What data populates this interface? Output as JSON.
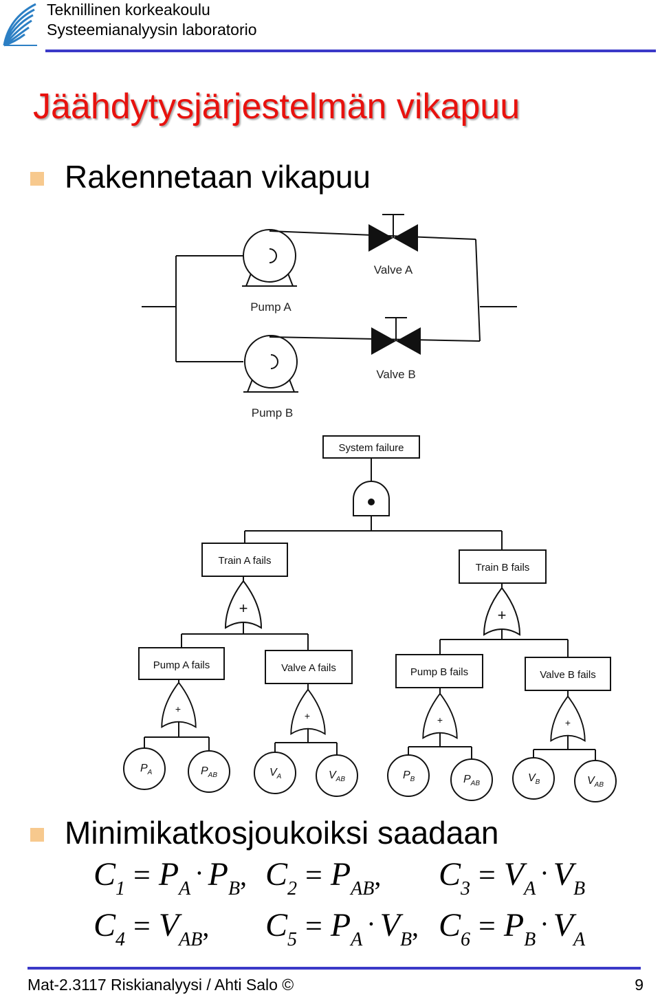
{
  "header": {
    "institution_line1": "Teknillinen korkeakoulu",
    "institution_line2": "Systeemianalyysin laboratorio"
  },
  "slide": {
    "title": "Jäähdytysjärjestelmän vikapuu",
    "bullets": [
      "Rakennetaan vikapuu",
      "Minimikatkosjoukoiksi saadaan"
    ]
  },
  "schematic": {
    "pump_a": "Pump A",
    "pump_b": "Pump B",
    "valve_a": "Valve A",
    "valve_b": "Valve B"
  },
  "fault_tree": {
    "top": "System failure",
    "train_a": "Train A fails",
    "train_b": "Train B fails",
    "pump_a_fails": "Pump A fails",
    "valve_a_fails": "Valve A fails",
    "pump_b_fails": "Pump B fails",
    "valve_b_fails": "Valve B fails",
    "or_symbol": "+",
    "basic_events": [
      {
        "main": "P",
        "sub": "A"
      },
      {
        "main": "P",
        "sub": "AB"
      },
      {
        "main": "V",
        "sub": "A"
      },
      {
        "main": "V",
        "sub": "AB"
      },
      {
        "main": "P",
        "sub": "B"
      },
      {
        "main": "P",
        "sub": "AB"
      },
      {
        "main": "V",
        "sub": "B"
      },
      {
        "main": "V",
        "sub": "AB"
      }
    ]
  },
  "cut_sets": {
    "c1": {
      "lhs": "C",
      "lhs_sub": "1",
      "f1": "P",
      "f1_sub": "A",
      "f2": "P",
      "f2_sub": "B"
    },
    "c2": {
      "lhs": "C",
      "lhs_sub": "2",
      "f1": "P",
      "f1_sub": "AB"
    },
    "c3": {
      "lhs": "C",
      "lhs_sub": "3",
      "f1": "V",
      "f1_sub": "A",
      "f2": "V",
      "f2_sub": "B"
    },
    "c4": {
      "lhs": "C",
      "lhs_sub": "4",
      "f1": "V",
      "f1_sub": "AB"
    },
    "c5": {
      "lhs": "C",
      "lhs_sub": "5",
      "f1": "P",
      "f1_sub": "A",
      "f2": "V",
      "f2_sub": "B"
    },
    "c6": {
      "lhs": "C",
      "lhs_sub": "6",
      "f1": "P",
      "f1_sub": "B",
      "f2": "V",
      "f2_sub": "A"
    },
    "eq": "=",
    "dot": "·",
    "comma": ","
  },
  "footer": {
    "course": "Mat-2.3117 Riskianalyysi / Ahti Salo ©",
    "page": "9"
  },
  "colors": {
    "title": "#e8120e",
    "rule": "#3b39c8",
    "bullet": "#f7c98e"
  }
}
